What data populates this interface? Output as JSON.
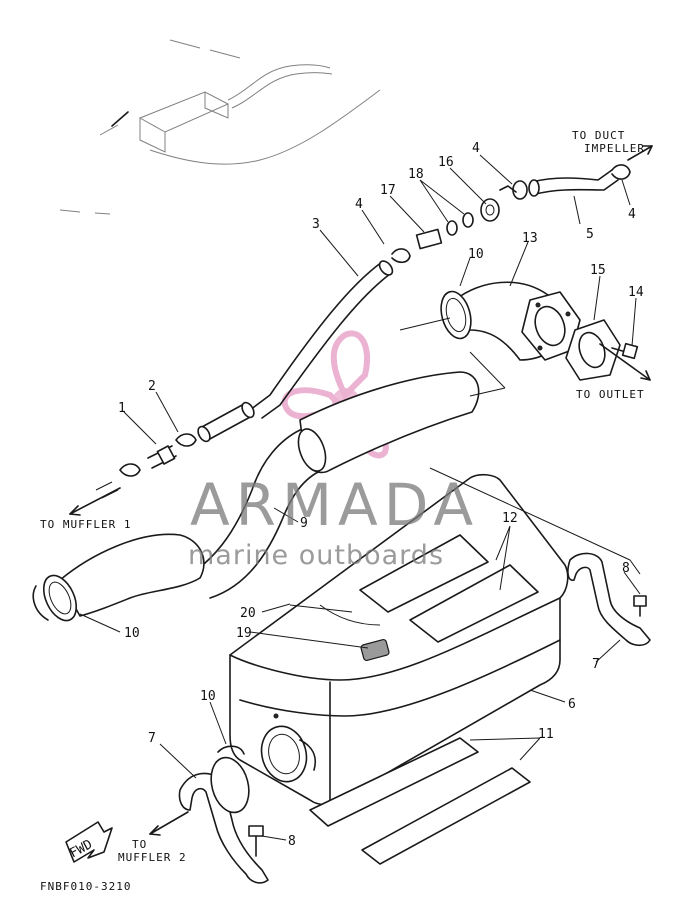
{
  "watermark": {
    "brand": "ARMADA",
    "tagline": "marine outboards",
    "logo_color": "#e8a0c8"
  },
  "diagram_code": "FNBF010-3210",
  "directions": {
    "duct_impeller": "TO DUCT IMPELLER",
    "duct_impeller_line1": "TO DUCT",
    "duct_impeller_line2": "IMPELLER",
    "outlet": "TO OUTLET",
    "muffler1": "TO MUFFLER 1",
    "muffler2_line1": "TO",
    "muffler2_line2": "MUFFLER 2",
    "fwd": "FWD"
  },
  "callouts": [
    "1",
    "2",
    "3",
    "4",
    "4",
    "4",
    "5",
    "6",
    "7",
    "7",
    "8",
    "8",
    "9",
    "10",
    "10",
    "10",
    "11",
    "12",
    "13",
    "14",
    "15",
    "16",
    "17",
    "18",
    "19",
    "20"
  ]
}
